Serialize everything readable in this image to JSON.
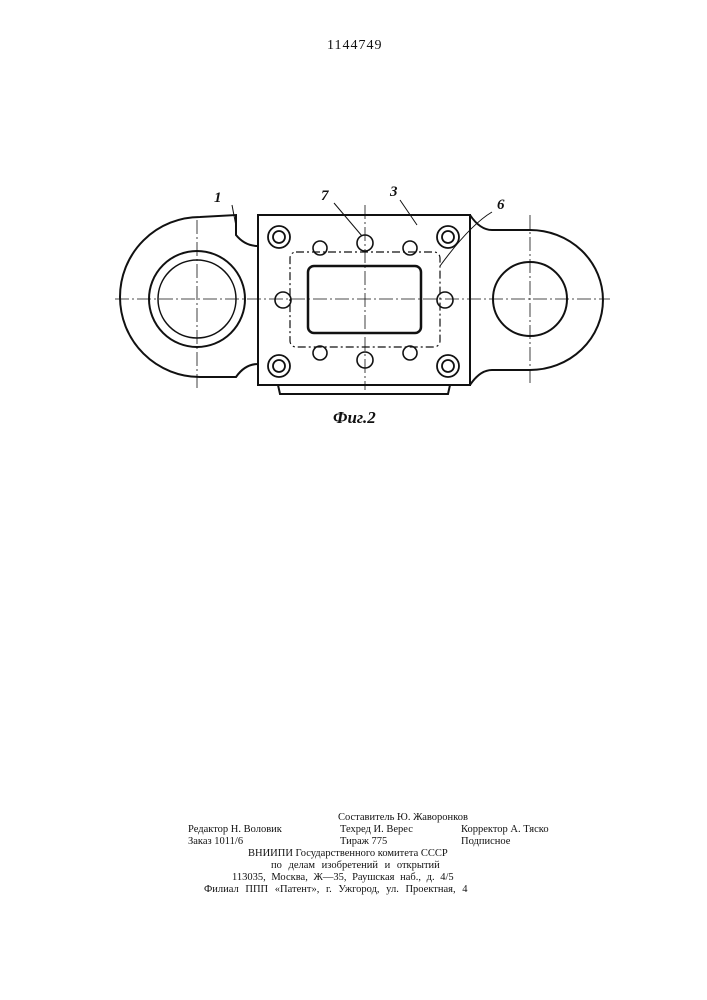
{
  "header": {
    "patent_number": "1144749"
  },
  "figure": {
    "caption": "Фиг.2",
    "labels": {
      "part1": "1",
      "part3": "3",
      "part6": "6",
      "part7": "7"
    }
  },
  "imprint": {
    "compiler": "Составитель Ю. Жаворонков",
    "editor": "Редактор Н. Воловик",
    "techeditor": "Техред И. Верес",
    "corrector": "Корректор А. Тяско",
    "order": "Заказ 1011/6",
    "circulation": "Тираж 775",
    "subscription": "Подписное",
    "org_line1": "ВНИИПИ Государственного комитета СССР",
    "org_line2": "по делам изобретений и открытий",
    "address": "113035, Москва, Ж—35, Раушская наб., д. 4/5",
    "branch": "Филиал ППП «Патент», г. Ужгород, ул. Проектная, 4"
  }
}
